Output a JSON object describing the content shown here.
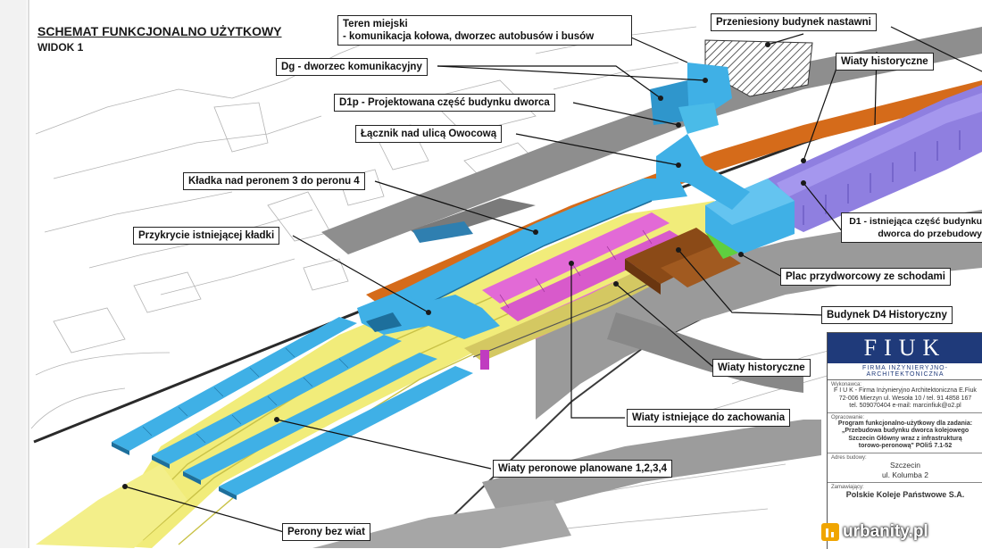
{
  "header": {
    "title": "SCHEMAT FUNKCJONALNO UŻYTKOWY",
    "subtitle": "WIDOK 1"
  },
  "labels": {
    "teren_miejski_1": "Teren miejski",
    "teren_miejski_2": "- komunikacja kołowa, dworzec autobusów i busów",
    "przeniesiony": "Przeniesiony budynek nastawni",
    "dg": "Dg - dworzec komunikacyjny",
    "wiaty_hist_top": "Wiaty historyczne",
    "d1p": "D1p - Projektowana część budynku dworca",
    "lacznik": "Łącznik nad ulicą Owocową",
    "kladka": "Kładka nad peronem 3 do peronu 4",
    "d1_1": "D1 - istniejąca część budynku",
    "d1_2": "dworca do przebudowy",
    "przykrycie": "Przykrycie istniejącej kładki",
    "plac": "Plac przydworcowy ze schodami",
    "d4": "Budynek D4 Historyczny",
    "wiaty_hist_mid": "Wiaty historyczne",
    "wiaty_istn": "Wiaty istniejące do zachowania",
    "wiaty_per": "Wiaty peronowe planowane 1,2,3,4",
    "perony": "Perony bez wiat"
  },
  "title_block": {
    "logo": "FIUK",
    "logo_sub": "FIRMA INŻYNIERYJNO-ARCHITEKTONICZNA",
    "wykonawca_cap": "Wykonawca:",
    "wykonawca_1": "F I U K - Firma Inżynieryjno Architektoniczna E.Fiuk",
    "wykonawca_2": "72-006 Mierzyn ul. Wesoła 10 / tel. 91 4858 167",
    "wykonawca_3": "tel. 509070404 e-mail: marcinfiuk@o2.pl",
    "opracowanie_cap": "Opracowanie:",
    "opracowanie_1": "Program funkcjonalno-użytkowy dla zadania:",
    "opracowanie_2": "„Przebudowa budynku dworca kolejowego",
    "opracowanie_3": "Szczecin Główny wraz z infrastrukturą",
    "opracowanie_4": "torowo-peronową\" POliŚ 7.1-52",
    "adres_cap": "Adres budowy:",
    "adres_1": "Szczecin",
    "adres_2": "ul. Kolumba 2",
    "zamawiajacy_cap": "Zamawiający:",
    "zamawiajacy": "Polskie Koleje Państwowe S.A."
  },
  "watermark": "urbanity.pl",
  "colors": {
    "platform_yellow": "#f1ec7a",
    "canopy_blue": "#3fb0e6",
    "canopy_magenta": "#e26ad6",
    "road_gray": "#8e8e8e",
    "orange_band": "#d56b1a",
    "purple_historic": "#8f7fe0",
    "green_plaza": "#5fcf3f",
    "brown_d4": "#8b4a17",
    "logo_blue": "#1f3a7a"
  },
  "icons": {
    "watermark": "urbanity-bars-icon"
  }
}
